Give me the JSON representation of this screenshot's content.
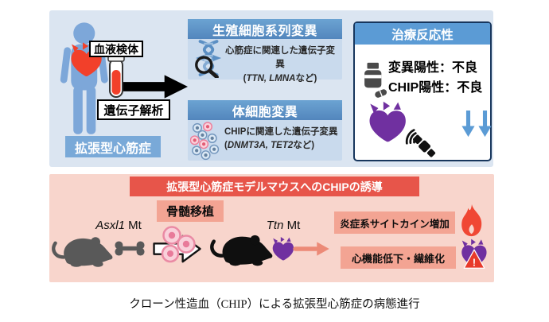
{
  "colors": {
    "top_panel_bg": "#dbe5f1",
    "person_blue": "#7da7d9",
    "heart_red": "#f2402a",
    "label_blue": "#79a9d8",
    "box_header_blue": "#5d92c4",
    "box_body_blue": "#c9daed",
    "treatment_border_navy": "#17365d",
    "treatment_header_blue": "#5b9bd5",
    "arrow_blue": "#5b9bd5",
    "purple_heart": "#7030a0",
    "bottom_panel_bg": "#f8d5cc",
    "banner_red": "#e7554a",
    "salmon_box": "#f3a493",
    "salmon_arrow": "#ec8a77",
    "mouse_gray": "#595959",
    "mouse_black": "#0f0f0f",
    "flame_red": "#f04734",
    "warning_red": "#e83a2a"
  },
  "top_panel": {
    "patient": {
      "blood_sample_label": "血液検体",
      "gene_analysis_label": "遺伝子解析",
      "disease_label": "拡張型心筋症"
    },
    "germline_box": {
      "title": "生殖細胞系列変異",
      "description": "心筋症に関連した遺伝子変異",
      "genes_prefix": "(",
      "genes": "TTN, LMNA",
      "genes_suffix": "など)"
    },
    "somatic_box": {
      "title": "体細胞変異",
      "description": "CHIPに関連した遺伝子変異",
      "genes_prefix": "(",
      "genes": "DNMT3A, TET2",
      "genes_suffix": "など)"
    },
    "treatment_box": {
      "title": "治療反応性",
      "line1": "変異陽性：不良",
      "line2": "CHIP陽性：不良"
    }
  },
  "bottom_panel": {
    "banner": "拡張型心筋症モデルマウスへのCHIPの誘導",
    "bmt_label": "骨髄移植",
    "donor_mouse_gene": "Asxl1",
    "donor_mouse_suffix": " Mt",
    "recipient_mouse_gene": "Ttn",
    "recipient_mouse_suffix": " Mt",
    "outcome1": "炎症系サイトカイン増加",
    "outcome2": "心機能低下・繊維化"
  },
  "caption": "クローン性造血（CHIP）による拡張型心筋症の病態進行",
  "icons": [
    "person-icon",
    "heart-icon",
    "blood-tube-icon",
    "right-arrow-icon",
    "dna-magnifier-icon",
    "cell-cluster-icon",
    "medicine-bottle-icon",
    "heart-echo-probe-icon",
    "down-arrows-icon",
    "mouse-icon",
    "bone-icon",
    "transplant-arrow-icon",
    "stem-cell-icon",
    "flame-icon",
    "heart-alert-icon"
  ]
}
